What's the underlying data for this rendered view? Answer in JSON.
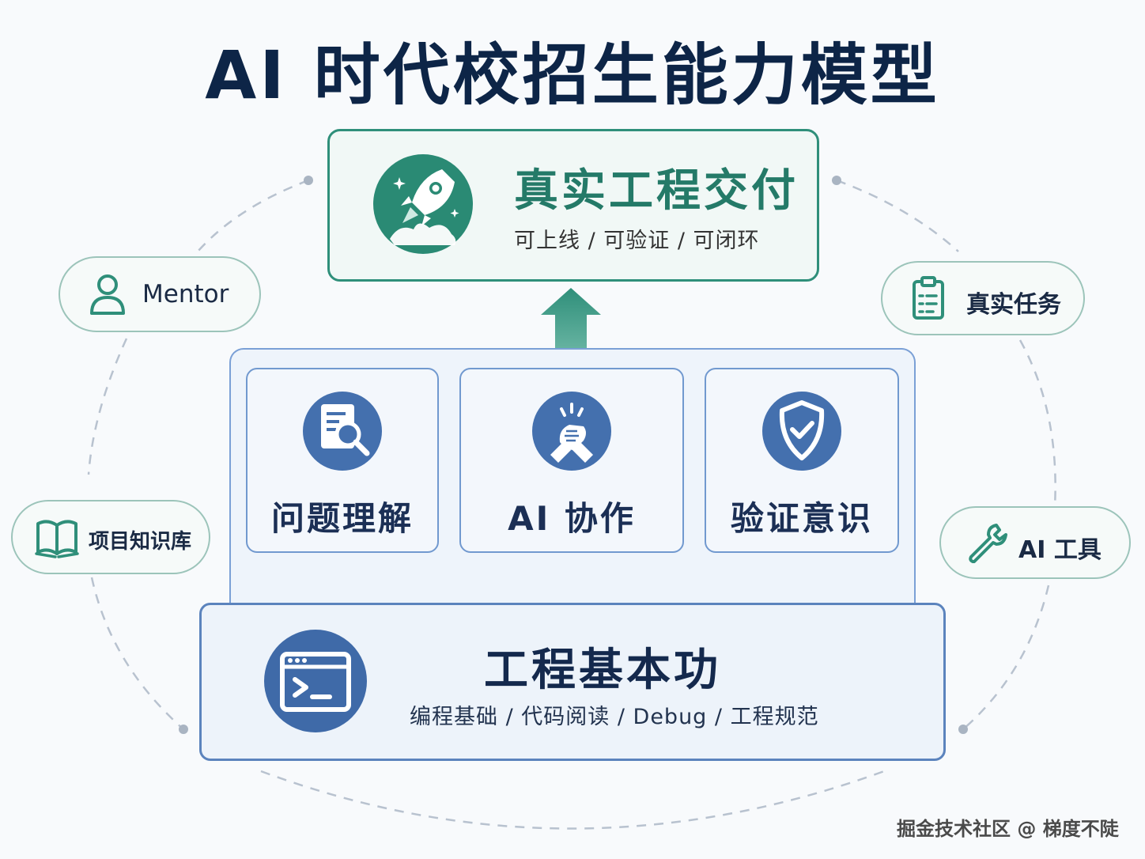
{
  "title": "AI 时代校招生能力模型",
  "top": {
    "title": "真实工程交付",
    "subtitle": "可上线 / 可验证 / 可闭环",
    "icon": "rocket-icon"
  },
  "middle": [
    {
      "label": "问题理解",
      "icon": "document-search-icon"
    },
    {
      "label": "AI 协作",
      "icon": "handshake-icon"
    },
    {
      "label": "验证意识",
      "icon": "shield-check-icon"
    }
  ],
  "base": {
    "title": "工程基本功",
    "subtitle": "编程基础 / 代码阅读 / Debug / 工程规范",
    "icon": "terminal-icon"
  },
  "satellites": {
    "mentor": "Mentor",
    "real_task": "真实任务",
    "knowledge_base": "项目知识库",
    "ai_tools": "AI 工具"
  },
  "watermark": "掘金技术社区 @ 梯度不陡",
  "colors": {
    "title": "#0d2547",
    "green": "#2f8f7a",
    "blue": "#4a74b4",
    "navy": "#14294d"
  }
}
